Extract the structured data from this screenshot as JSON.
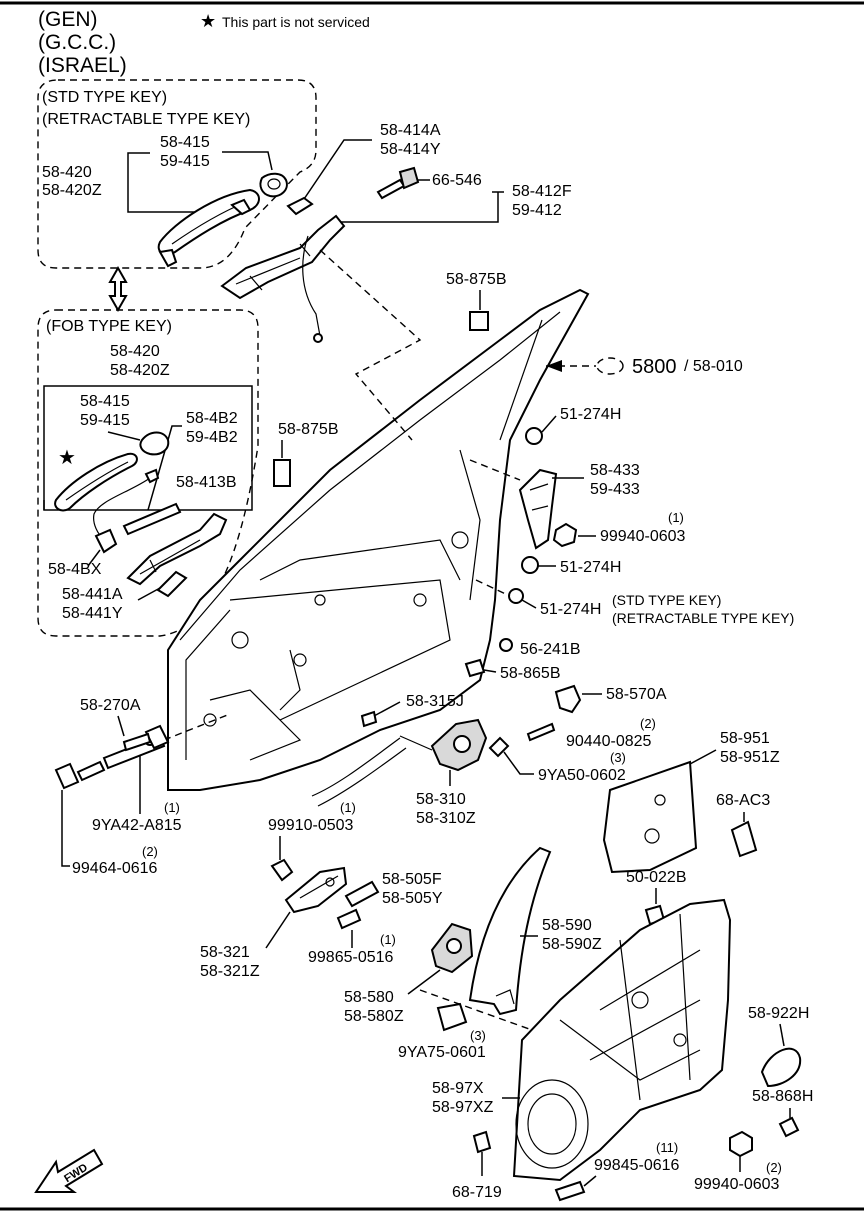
{
  "header": {
    "regions": [
      "(GEN)",
      "(G.C.C.)",
      "(ISRAEL)"
    ],
    "note": "This part is not serviced"
  },
  "groups": {
    "std_key_line1": "(STD TYPE KEY)",
    "std_key_line2": "(RETRACTABLE TYPE KEY)",
    "fob_key": "(FOB TYPE KEY)",
    "std_key_right_line1": "(STD TYPE KEY)",
    "std_key_right_line2": "(RETRACTABLE TYPE KEY)"
  },
  "labels": {
    "l_58_414A": "58-414A",
    "l_58_414Y": "58-414Y",
    "l_58_415_top": "58-415",
    "l_59_415_top": "59-415",
    "l_58_420_top": "58-420",
    "l_58_420Z_top": "58-420Z",
    "l_66_546": "66-546",
    "l_58_412F": "58-412F",
    "l_59_412": "59-412",
    "l_58_875B_top": "58-875B",
    "l_5800": "5800",
    "l_58_010": "/ 58-010",
    "l_58_420_fob": "58-420",
    "l_58_420Z_fob": "58-420Z",
    "l_58_415_fob": "58-415",
    "l_59_415_fob": "59-415",
    "l_58_4B2": "58-4B2",
    "l_59_4B2": "59-4B2",
    "l_58_413B": "58-413B",
    "l_58_4BX": "58-4BX",
    "l_58_441A": "58-441A",
    "l_58_441Y": "58-441Y",
    "l_58_875B_mid": "58-875B",
    "l_51_274H_a": "51-274H",
    "l_58_433": "58-433",
    "l_59_433": "59-433",
    "l_99940_0603_a": "99940-0603",
    "q_99940_0603_a": "(1)",
    "l_51_274H_b": "51-274H",
    "l_51_274H_c": "51-274H",
    "l_56_241B": "56-241B",
    "l_58_865B": "58-865B",
    "l_58_570A": "58-570A",
    "l_90440_0825": "90440-0825",
    "q_90440_0825": "(2)",
    "l_9YA50_0602": "9YA50-0602",
    "q_9YA50_0602": "(3)",
    "l_58_951": "58-951",
    "l_58_951Z": "58-951Z",
    "l_68_AC3": "68-AC3",
    "l_58_270A": "58-270A",
    "l_58_315J": "58-315J",
    "l_58_310": "58-310",
    "l_58_310Z": "58-310Z",
    "l_9YA42_A815": "9YA42-A815",
    "q_9YA42_A815": "(1)",
    "l_99910_0503": "99910-0503",
    "q_99910_0503": "(1)",
    "l_99464_0616": "99464-0616",
    "q_99464_0616": "(2)",
    "l_58_505F": "58-505F",
    "l_58_505Y": "58-505Y",
    "l_50_022B": "50-022B",
    "l_58_321": "58-321",
    "l_58_321Z": "58-321Z",
    "l_99865_0516": "99865-0516",
    "q_99865_0516": "(1)",
    "l_58_590": "58-590",
    "l_58_590Z": "58-590Z",
    "l_58_580": "58-580",
    "l_58_580Z": "58-580Z",
    "l_58_922H": "58-922H",
    "l_9YA75_0601": "9YA75-0601",
    "q_9YA75_0601": "(3)",
    "l_58_97X": "58-97X",
    "l_58_97XZ": "58-97XZ",
    "l_58_868H": "58-868H",
    "l_99845_0616": "99845-0616",
    "q_99845_0616": "(11)",
    "l_99940_0603_b": "99940-0603",
    "q_99940_0603_b": "(2)",
    "l_68_719": "68-719"
  },
  "fwd_arrow": "FWD"
}
